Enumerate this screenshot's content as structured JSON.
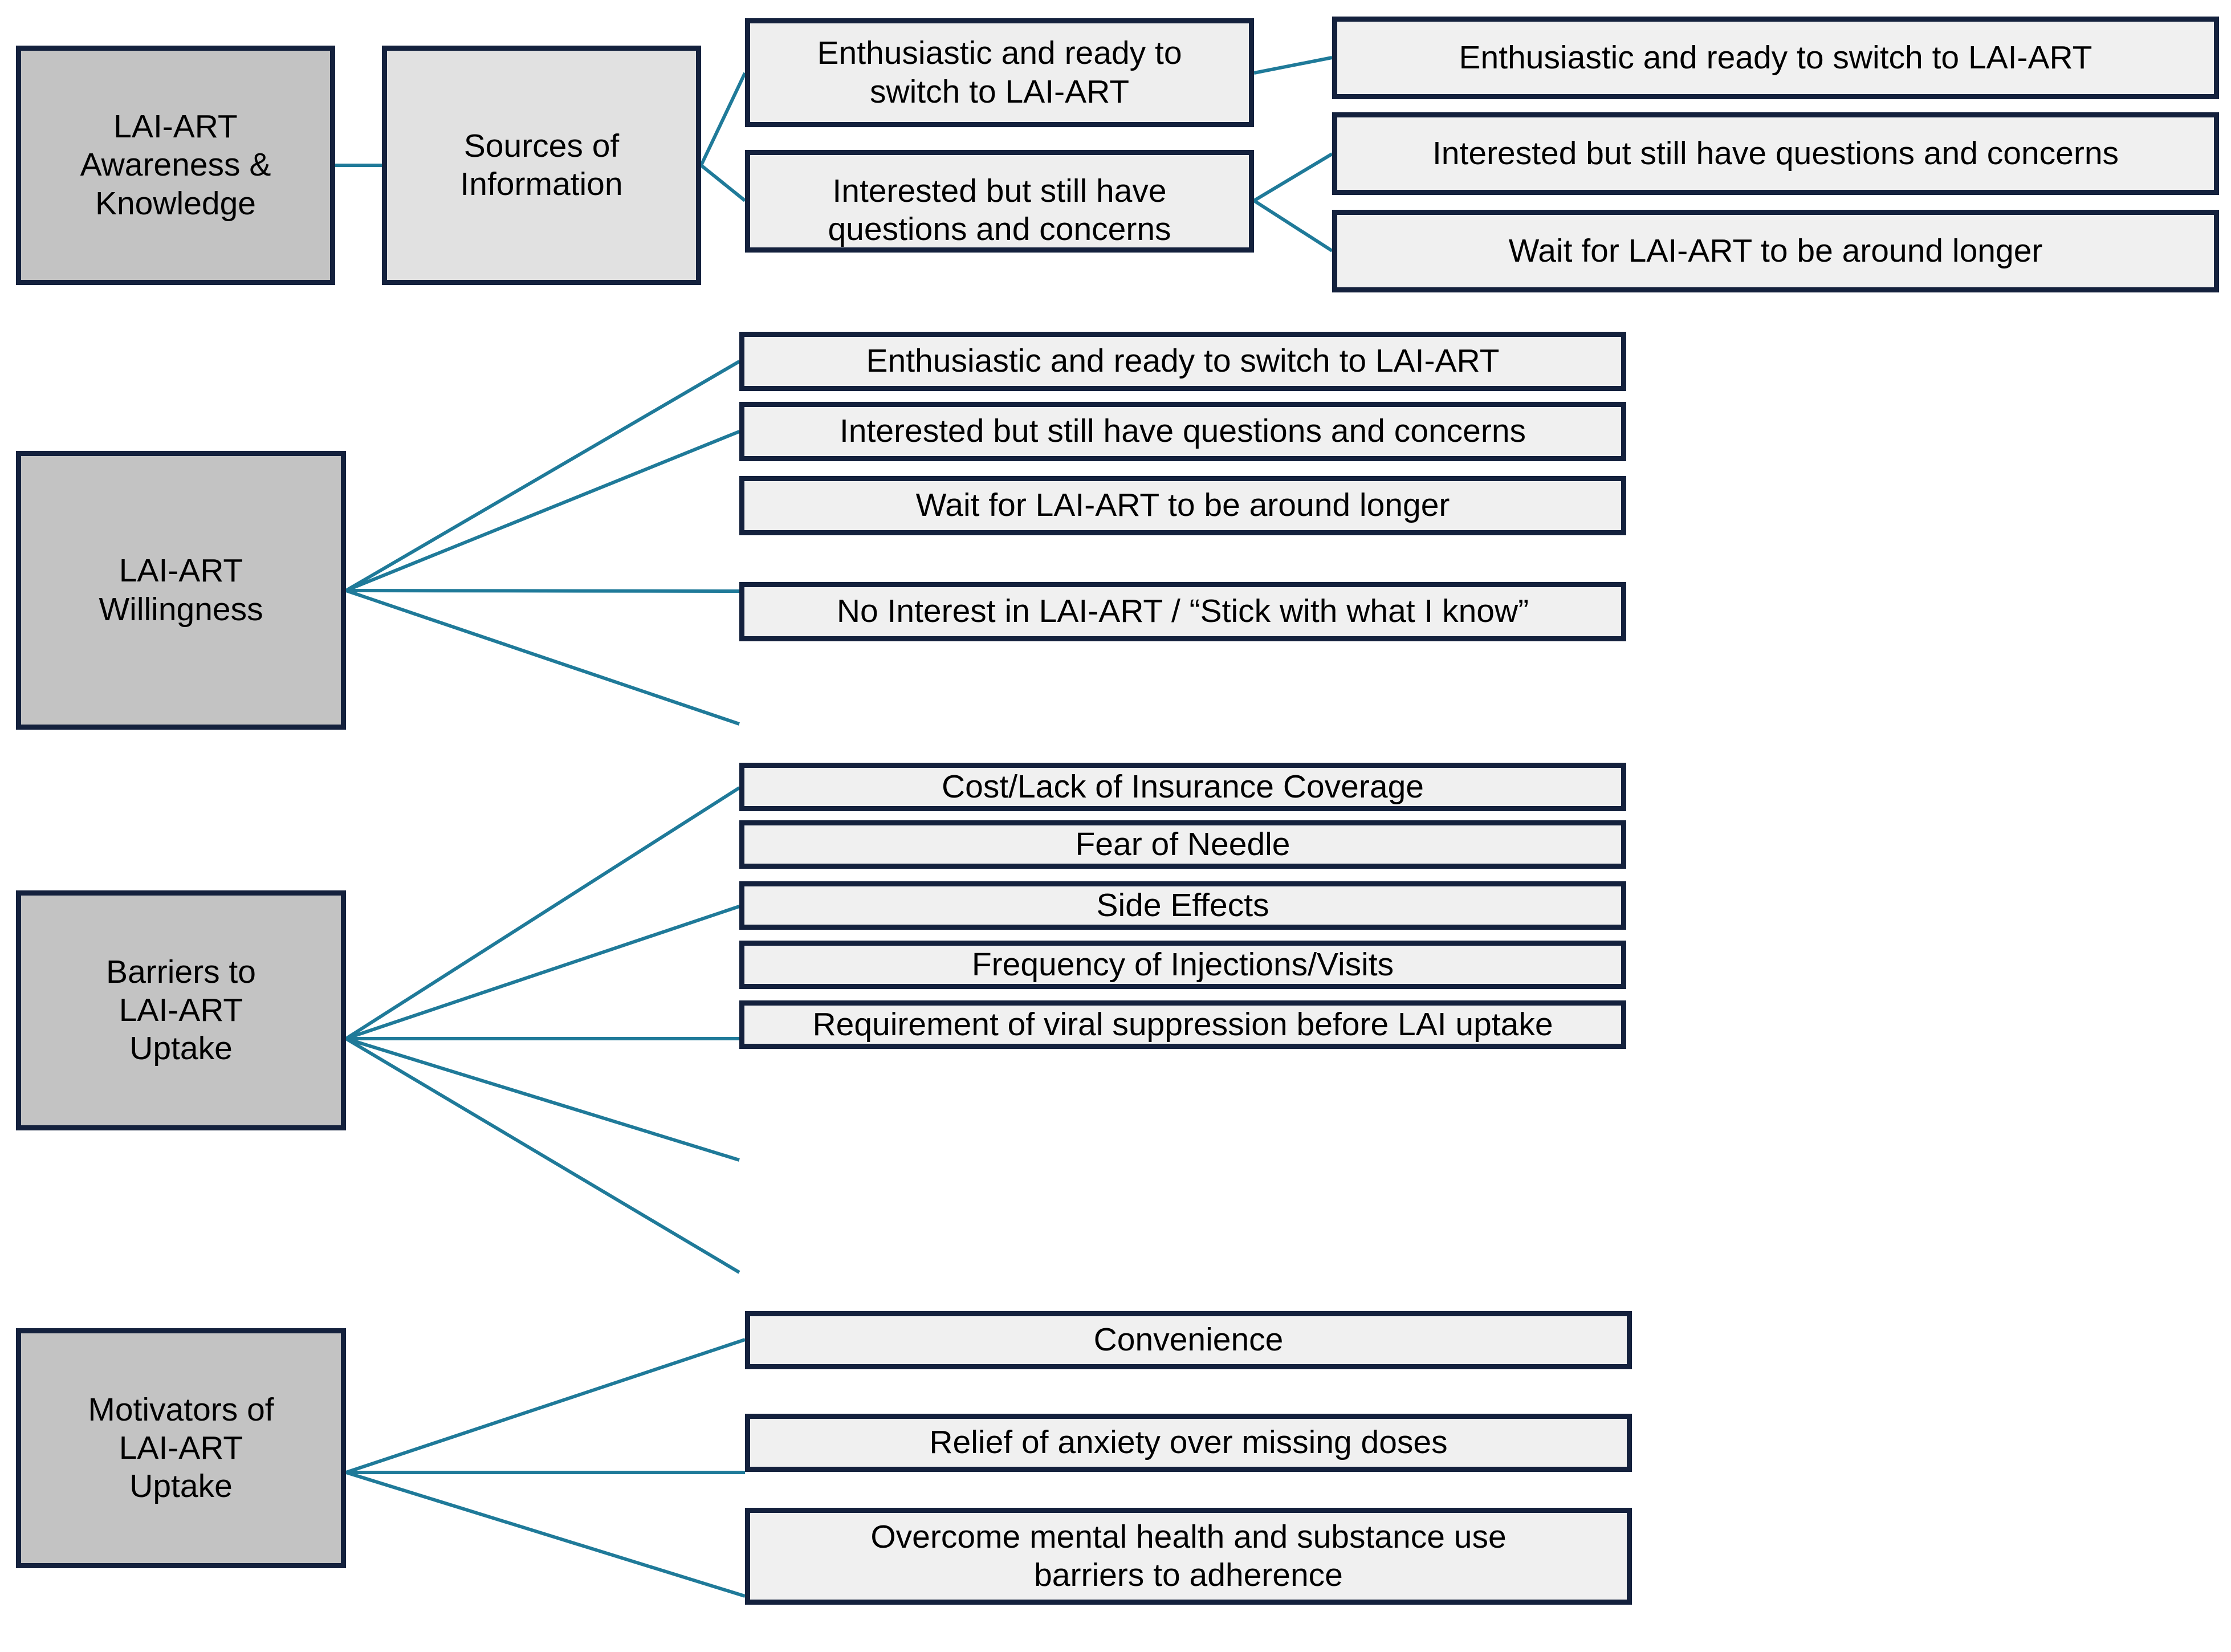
{
  "figure": {
    "type": "hierarchical-flow-diagram",
    "title": "LAI-ART qualitative thematic framework",
    "colors": {
      "category_fill": "#c3c3c3",
      "middle_fill": "#e1e1e1",
      "leaf_fill": "#f0f0f0",
      "border": "#14213d",
      "connector": "#1f7a99",
      "text": "#000000",
      "background": "#ffffff"
    }
  },
  "sections": [
    {
      "id": "awareness",
      "category": "LAI-ART\nAwareness &\nKnowledge",
      "middle": "Sources of\nInformation",
      "middle_children": [
        "Enthusiastic and ready to\nswitch to LAI-ART",
        "Interested but still have\nquestions and concerns"
      ],
      "leaf_children": [
        "Enthusiastic and ready to switch to LAI-ART",
        "Interested but still have questions and concerns",
        "Wait for LAI-ART to be around longer"
      ]
    },
    {
      "id": "willingness",
      "category": "LAI-ART\nWillingness",
      "children": [
        "Enthusiastic and ready to switch to LAI-ART",
        "Interested but still have questions and concerns",
        "Wait for LAI-ART to be around longer",
        "No Interest in LAI-ART / “Stick with what I know”"
      ]
    },
    {
      "id": "barriers",
      "category": "Barriers to\nLAI-ART\nUptake",
      "children": [
        "Cost/Lack of Insurance Coverage",
        "Fear of Needle",
        "Side Effects",
        "Frequency of Injections/Visits",
        "Requirement of viral suppression before LAI uptake"
      ]
    },
    {
      "id": "motivators",
      "category": "Motivators of\nLAI-ART\nUptake",
      "children": [
        "Convenience",
        "Relief of anxiety over missing doses",
        "Overcome mental health and substance use\nbarriers to adherence"
      ]
    }
  ]
}
